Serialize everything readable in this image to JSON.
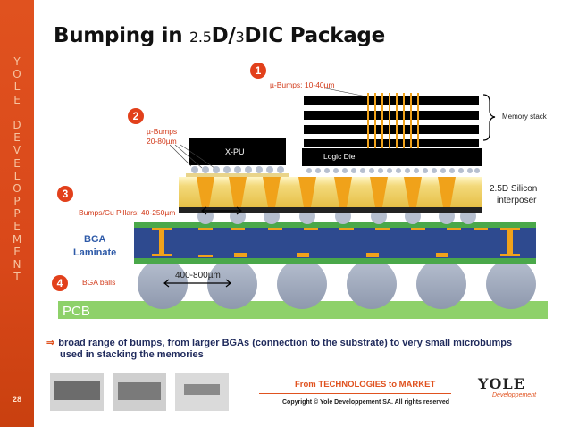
{
  "title": {
    "part1": "Bumping in ",
    "part2": "2.5",
    "part3": "D/",
    "part4": "3",
    "part5": "DIC Package"
  },
  "sidebar": {
    "letters": [
      "Y",
      "O",
      "L",
      "E",
      " ",
      "D",
      "E",
      "V",
      "E",
      "L",
      "O",
      "P",
      "P",
      "E",
      "M",
      "E",
      "N",
      "T"
    ]
  },
  "slide_number": "28",
  "badges": {
    "one": "1",
    "two": "2",
    "three": "3",
    "four": "4"
  },
  "labels": {
    "ubumps_top": "µ-Bumps: 10-40µm",
    "ubumps_left_1": "µ-Bumps",
    "ubumps_left_2": "20-80µm",
    "xpu": "X-PU",
    "logic_die": "Logic Die",
    "memory_stack": "Memory stack",
    "interposer_1": "2.5D Silicon",
    "interposer_2": "interposer",
    "pillars": "Bumps/Cu Pillars: 40-250µm",
    "bga_laminate_1": "BGA",
    "bga_laminate_2": "Laminate",
    "bga_pitch": "400-800µm",
    "bga_balls": "BGA balls",
    "pcb": "PCB"
  },
  "bullet": {
    "line1": "broad range of bumps, from larger BGAs (connection to the substrate) to very small microbumps",
    "line2": "used in stacking the memories"
  },
  "footer": {
    "banner": "From TECHNOLOGIES to MARKET",
    "copyright": "Copyright © Yole Developpement SA. All rights reserved",
    "logo_text": "YOLE",
    "logo_sub": "Développement"
  },
  "colors": {
    "accent": "#e0521f",
    "orange_bump": "#f0a21a",
    "laminate_blue": "#2e4a8f",
    "green": "#4aa84a",
    "pcb_green": "#8ed16a"
  }
}
